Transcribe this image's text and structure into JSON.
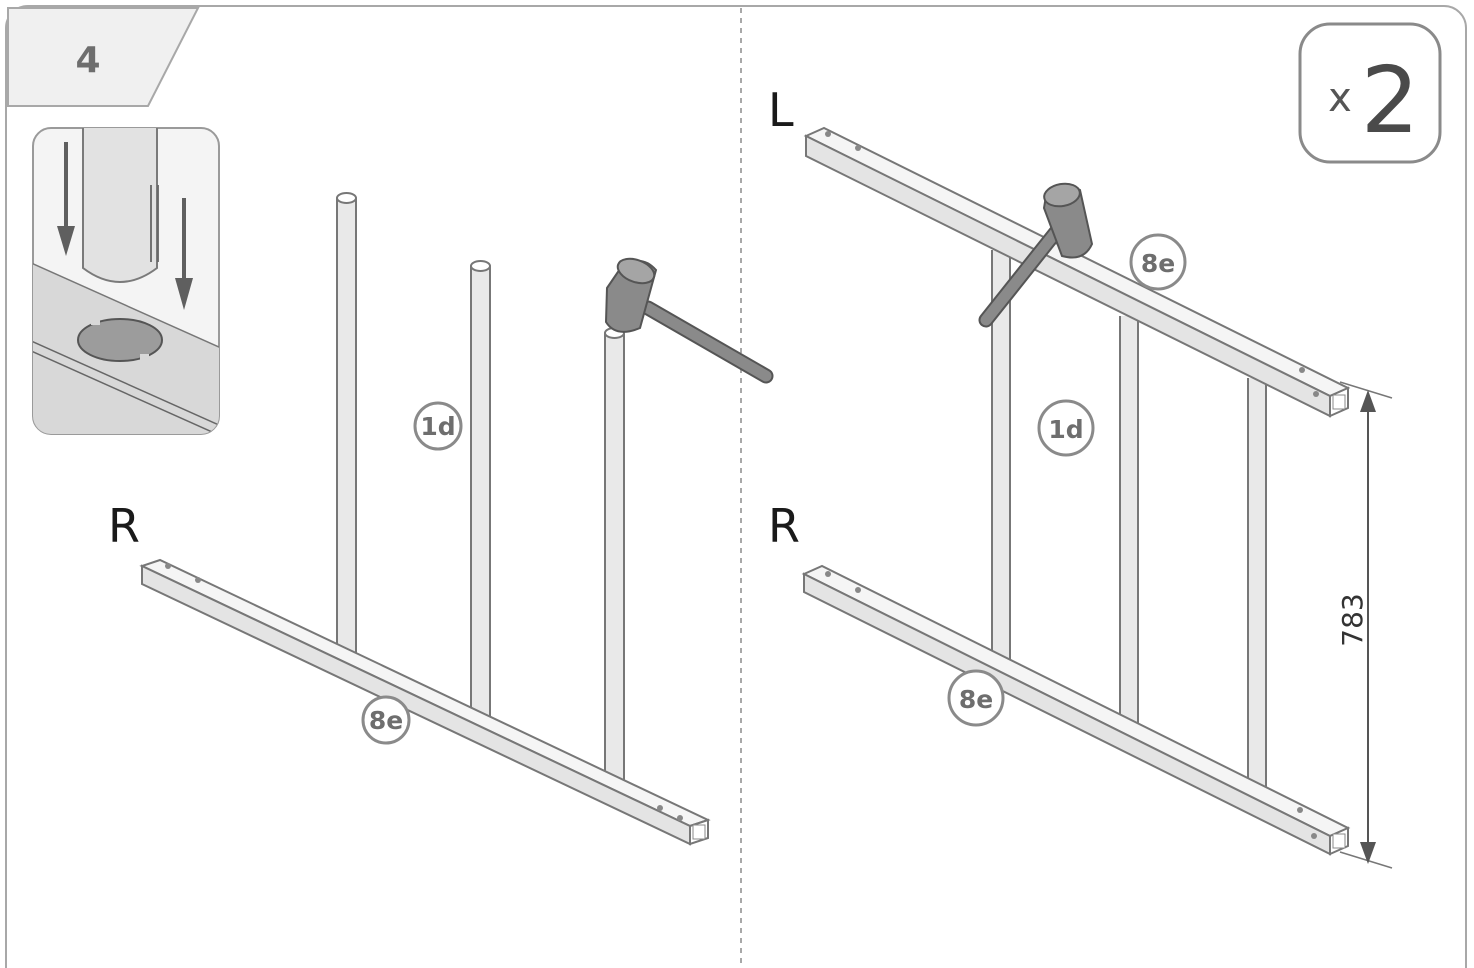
{
  "step": {
    "number": "4"
  },
  "multiplier": {
    "x": "x",
    "count": "2"
  },
  "left_panel": {
    "side_label": "R",
    "post_part": "1d",
    "rail_part": "8e"
  },
  "right_panel": {
    "top_side_label": "L",
    "bottom_side_label": "R",
    "post_part": "1d",
    "top_rail_part": "8e",
    "bottom_rail_part": "8e",
    "dimension": "783"
  },
  "icons": {
    "mallet": "mallet-icon",
    "arrow": "arrow-down-icon"
  },
  "colors": {
    "frame": "#9a9a9a",
    "part_fill": "#e9e9e9",
    "mallet": "#7d7d7d",
    "badge": "#8a8a8a"
  }
}
